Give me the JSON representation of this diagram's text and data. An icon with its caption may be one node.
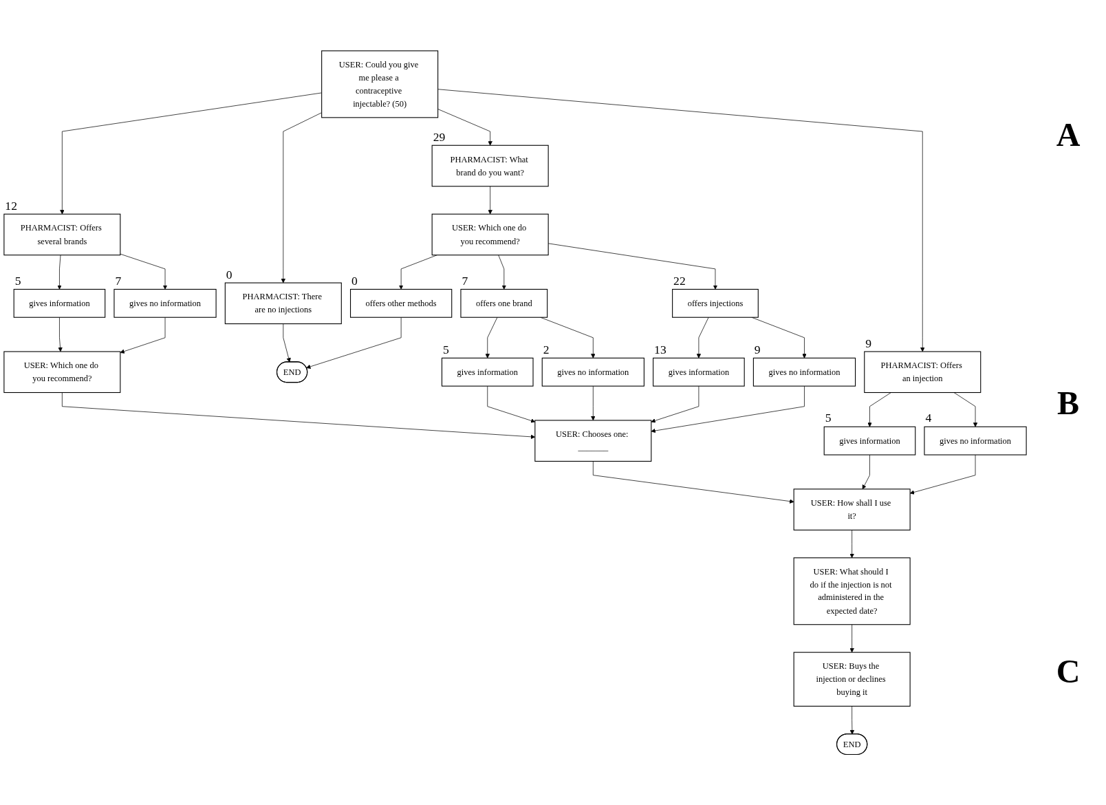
{
  "diagram": {
    "nodes": [
      {
        "text": [
          "USER: Could you give me please a contraceptive injectable? (50)"
        ]
      },
      {
        "text": [
          "PHARMACIST: Offers an injection"
        ],
        "beside": [
          "9"
        ]
      },
      {
        "text": [
          "PHARMACIST: Offers several brands"
        ],
        "beside": [
          "12"
        ]
      },
      {
        "text": [
          "PHARMACIST: What brand do you want?"
        ],
        "beside": [
          "29"
        ]
      },
      {
        "text": [
          "PHARMACIST: There are no injections"
        ],
        "beside": [
          "0"
        ]
      },
      {
        "text": [
          "gives information"
        ],
        "beside": [
          "5"
        ]
      },
      {
        "text": [
          "gives no information"
        ],
        "beside": [
          "4"
        ]
      },
      {
        "text": [
          "gives information"
        ],
        "beside": [
          "5"
        ]
      },
      {
        "text": [
          "gives no information"
        ],
        "beside": [
          "7"
        ]
      },
      {
        "text": [
          "USER: Which one do you recommend?"
        ]
      },
      {
        "text": [
          "END"
        ]
      },
      {
        "text": [
          "USER: Which one do you recommend?"
        ]
      },
      {
        "text": [
          "offers one brand"
        ],
        "beside": [
          "7"
        ]
      },
      {
        "text": [
          "offers injections"
        ],
        "beside": [
          "22"
        ]
      },
      {
        "text": [
          "offers other methods"
        ],
        "beside": [
          "0"
        ]
      },
      {
        "text": [
          "gives information"
        ],
        "beside": [
          "5"
        ]
      },
      {
        "text": [
          "gives no information"
        ],
        "beside": [
          "2"
        ]
      },
      {
        "text": [
          "gives information"
        ],
        "beside": [
          "13"
        ]
      },
      {
        "text": [
          "gives no information"
        ],
        "beside": [
          "9"
        ]
      },
      {
        "text": [
          "USER: Chooses one: _______"
        ]
      },
      {
        "text": [
          "USER: How shall I use it?"
        ]
      },
      {
        "text": [
          "USER: What should I do if the injection is not administered in the expected date?"
        ]
      },
      {
        "text": [
          "USER: Buys the injection or declines buying it"
        ]
      },
      {
        "text": [
          "END"
        ]
      }
    ],
    "edges": [
      {
        "from": 0,
        "to": 1,
        "arrow": "to"
      },
      {
        "from": 0,
        "to": 2,
        "arrow": "to"
      },
      {
        "from": 0,
        "to": 3,
        "arrow": "to"
      },
      {
        "from": 0,
        "to": 4,
        "arrow": "to"
      },
      {
        "from": 1,
        "to": 5,
        "arrow": "to"
      },
      {
        "from": 1,
        "to": 6,
        "arrow": "to"
      },
      {
        "from": 2,
        "to": 7,
        "arrow": "to"
      },
      {
        "from": 2,
        "to": 8,
        "arrow": "to"
      },
      {
        "from": 3,
        "to": 9,
        "arrow": "to"
      },
      {
        "from": 4,
        "to": 10,
        "arrow": "to"
      },
      {
        "from": 7,
        "to": 11,
        "arrow": "to"
      },
      {
        "from": 8,
        "to": 11,
        "arrow": "to"
      },
      {
        "from": 9,
        "to": 12,
        "arrow": "to"
      },
      {
        "from": 9,
        "to": 13,
        "arrow": "to"
      },
      {
        "from": 9,
        "to": 14,
        "arrow": "to"
      },
      {
        "from": 14,
        "to": 10,
        "arrow": "to"
      },
      {
        "from": 12,
        "to": 15,
        "arrow": "to"
      },
      {
        "from": 12,
        "to": 16,
        "arrow": "to"
      },
      {
        "from": 13,
        "to": 17,
        "arrow": "to"
      },
      {
        "from": 13,
        "to": 18,
        "arrow": "to"
      },
      {
        "from": 11,
        "to": 19,
        "arrow": "to"
      },
      {
        "from": 15,
        "to": 19,
        "arrow": "to"
      },
      {
        "from": 16,
        "to": 19,
        "arrow": "to"
      },
      {
        "from": 17,
        "to": 19,
        "arrow": "to"
      },
      {
        "from": 18,
        "to": 19,
        "arrow": "to"
      },
      {
        "from": 19,
        "to": 20,
        "arrow": "to"
      },
      {
        "from": 5,
        "to": 20,
        "arrow": "to"
      },
      {
        "from": 6,
        "to": 20,
        "arrow": "to"
      },
      {
        "from": 20,
        "to": 21,
        "arrow": "to"
      },
      {
        "from": 21,
        "to": 22,
        "arrow": "to"
      },
      {
        "from": 22,
        "to": 23,
        "arrow": "to"
      }
    ],
    "labels": [
      "A",
      "B",
      "C"
    ]
  }
}
